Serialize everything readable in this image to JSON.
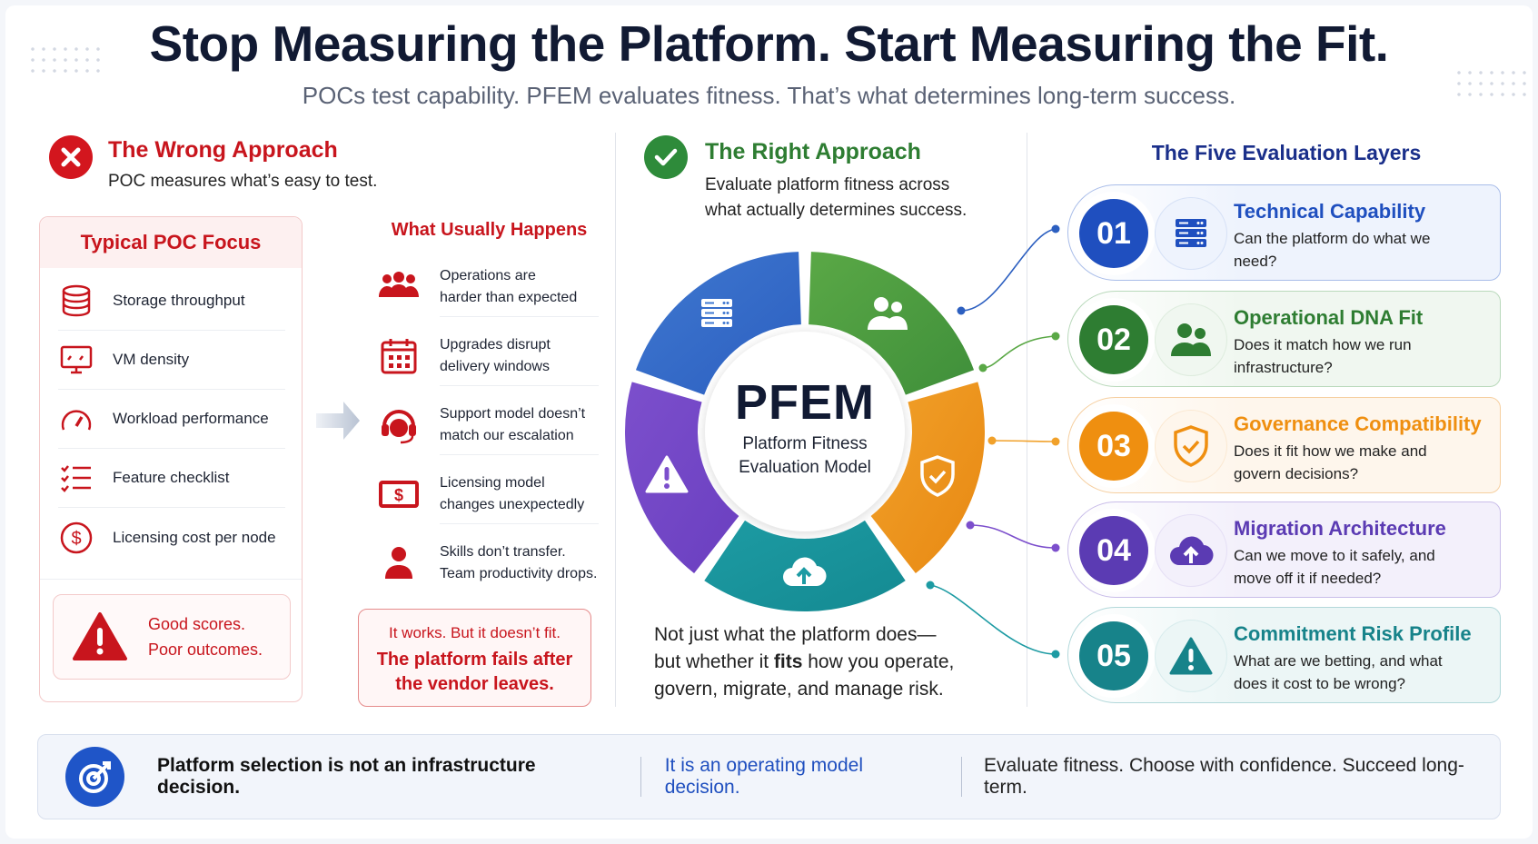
{
  "header": {
    "title": "Stop Measuring the Platform. Start Measuring the Fit.",
    "subtitle": "POCs test capability. PFEM evaluates fitness. That’s what determines long-term success."
  },
  "wrong": {
    "title": "The Wrong Approach",
    "subtitle": "POC measures what’s easy to test.",
    "focus_title": "Typical POC Focus",
    "focus_items": [
      {
        "label": "Storage throughput",
        "icon": "database-icon"
      },
      {
        "label": "VM density",
        "icon": "monitor-icon"
      },
      {
        "label": "Workload performance",
        "icon": "speedometer-icon"
      },
      {
        "label": "Feature checklist",
        "icon": "checklist-icon"
      },
      {
        "label": "Licensing cost per node",
        "icon": "dollar-icon"
      }
    ],
    "warning_line1": "Good scores.",
    "warning_line2": "Poor outcomes.",
    "happens_title": "What Usually Happens",
    "happens": [
      {
        "line1": "Operations are",
        "line2": "harder than expected",
        "icon": "team-icon"
      },
      {
        "line1": "Upgrades disrupt",
        "line2": "delivery windows",
        "icon": "calendar-icon"
      },
      {
        "line1": "Support model doesn’t",
        "line2": "match our escalation",
        "icon": "headset-icon"
      },
      {
        "line1": "Licensing model",
        "line2": "changes unexpectedly",
        "icon": "money-icon"
      },
      {
        "line1": "Skills don’t transfer.",
        "line2": "Team productivity drops.",
        "icon": "person-icon"
      }
    ],
    "result_line1": "It works. But it doesn’t fit.",
    "result_line2": "The platform fails after",
    "result_line3": "the vendor leaves."
  },
  "right": {
    "title": "The Right Approach",
    "subtitle_line1": "Evaluate platform fitness across",
    "subtitle_line2": "what actually determines success.",
    "center_title": "PFEM",
    "center_line1": "Platform Fitness",
    "center_line2": "Evaluation Model",
    "caption_line1": "Not just what the platform does—",
    "caption_line2a": "but whether it ",
    "caption_line2b": "fits",
    "caption_line2c": " how you operate,",
    "caption_line3": "govern, migrate, and manage risk."
  },
  "layers": {
    "title": "The Five Evaluation Layers",
    "items": [
      {
        "num": "01",
        "title": "Technical Capability",
        "desc": "Can the platform do what we need?",
        "color": "#1f4fbf",
        "icon": "server-icon"
      },
      {
        "num": "02",
        "title": "Operational DNA Fit",
        "desc": "Does it match how we run infrastructure?",
        "color": "#2e7d32",
        "icon": "people-icon"
      },
      {
        "num": "03",
        "title": "Governance Compatibility",
        "desc": "Does it fit how we make and govern decisions?",
        "color": "#ef8f10",
        "icon": "shield-check-icon"
      },
      {
        "num": "04",
        "title": "Migration Architecture",
        "desc": "Can we move to it safely, and move off it if needed?",
        "color": "#5b3bb3",
        "icon": "cloud-upload-icon"
      },
      {
        "num": "05",
        "title": "Commitment Risk Profile",
        "desc": "What are we betting, and what does it cost to be wrong?",
        "color": "#17838a",
        "icon": "warning-icon"
      }
    ]
  },
  "banner": {
    "left": "Platform selection is not an infrastructure decision.",
    "middle": "It is an operating model decision.",
    "right": "Evaluate fitness. Choose with confidence. Succeed long-term."
  }
}
